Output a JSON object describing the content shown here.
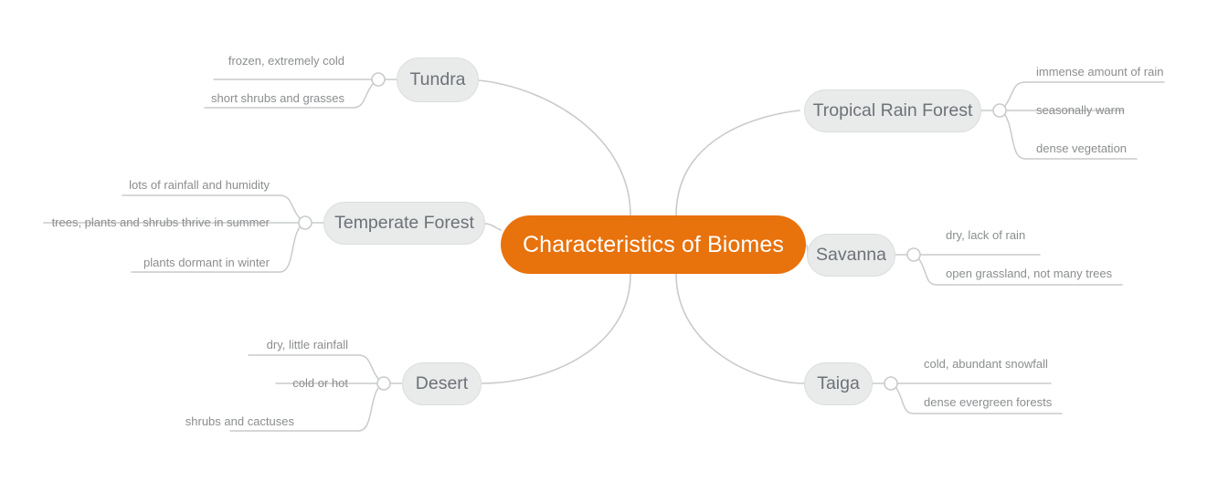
{
  "diagram": {
    "type": "mind-map",
    "title": "Characteristics of Biomes",
    "background_color": "#ffffff",
    "root_color": "#e8720c",
    "branch_color": "#e9eaea",
    "line_color": "#c9cbcb",
    "leaf_text_color": "#8b8d8f",
    "branch_text_color": "#6d7278"
  },
  "root": {
    "label": "Characteristics of Biomes"
  },
  "branches": [
    {
      "id": "tundra",
      "label": "Tundra",
      "side": "left",
      "leaves": [
        {
          "label": "frozen, extremely cold"
        },
        {
          "label": "short shrubs and grasses"
        }
      ]
    },
    {
      "id": "temperate-forest",
      "label": "Temperate Forest",
      "side": "left",
      "leaves": [
        {
          "label": "lots of rainfall and humidity"
        },
        {
          "label": "trees, plants and shrubs thrive in summer"
        },
        {
          "label": "plants dormant in winter"
        }
      ]
    },
    {
      "id": "desert",
      "label": "Desert",
      "side": "left",
      "leaves": [
        {
          "label": "dry, little rainfall"
        },
        {
          "label": "cold or hot"
        },
        {
          "label": "shrubs and cactuses"
        }
      ]
    },
    {
      "id": "tropical-rain-forest",
      "label": "Tropical Rain Forest",
      "side": "right",
      "leaves": [
        {
          "label": "immense amount of rain"
        },
        {
          "label": "seasonally warm"
        },
        {
          "label": "dense vegetation"
        }
      ]
    },
    {
      "id": "savanna",
      "label": "Savanna",
      "side": "right",
      "leaves": [
        {
          "label": "dry, lack of rain"
        },
        {
          "label": "open grassland, not many trees"
        }
      ]
    },
    {
      "id": "taiga",
      "label": "Taiga",
      "side": "right",
      "leaves": [
        {
          "label": "cold, abundant snowfall"
        },
        {
          "label": "dense evergreen forests"
        }
      ]
    }
  ]
}
